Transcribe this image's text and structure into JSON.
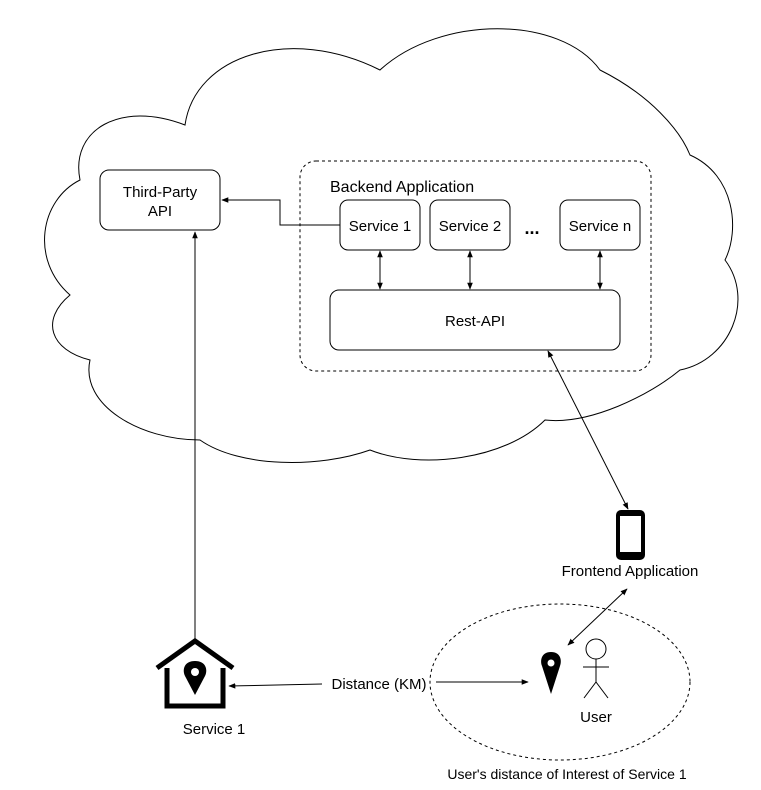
{
  "nodes": {
    "third_party_api": {
      "line1": "Third-Party",
      "line2": "API"
    },
    "backend_application": {
      "label": "Backend Application"
    },
    "service_1": {
      "label": "Service 1"
    },
    "service_2": {
      "label": "Service 2"
    },
    "ellipsis": {
      "label": "..."
    },
    "service_n": {
      "label": "Service n"
    },
    "rest_api": {
      "label": "Rest-API"
    },
    "frontend_application": {
      "label": "Frontend Application"
    },
    "service_1_location": {
      "label": "Service 1"
    },
    "user": {
      "label": "User"
    },
    "user_area": {
      "label": "User's distance of Interest of Service 1"
    }
  },
  "edges": {
    "distance": {
      "label": "Distance (KM)"
    }
  },
  "icons": {
    "house": "house-location-icon",
    "phone": "smartphone-icon",
    "pin": "location-pin-icon",
    "person": "stick-figure-user-icon"
  },
  "colors": {
    "stroke": "#000000",
    "fill": "#ffffff"
  }
}
